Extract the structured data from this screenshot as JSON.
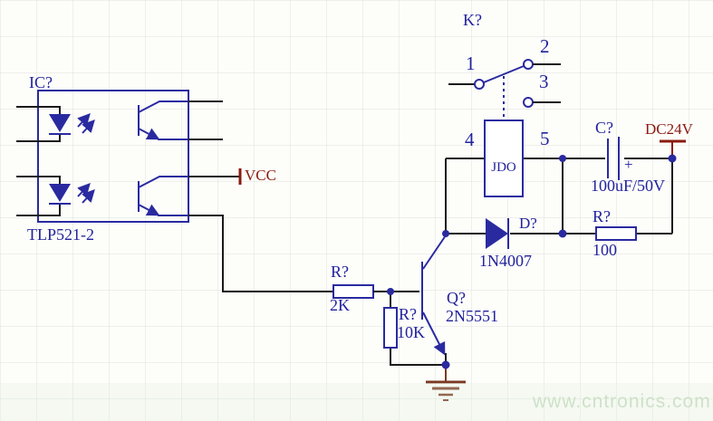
{
  "colors": {
    "symbol": "#2a2aa0",
    "wire": "#1a1a1a",
    "power_red": "#8b1a10",
    "ground_brown": "#7a3a24",
    "text_navy": "#22229e",
    "watermark": "#c9ddc2",
    "background": "#fdfdfa"
  },
  "schematic": {
    "optocoupler": {
      "ref": "IC?",
      "part": "TLP521-2"
    },
    "switch": {
      "ref": "K?",
      "terminals": [
        "1",
        "2",
        "3"
      ]
    },
    "relay": {
      "name": "JDO",
      "pin_left": "4",
      "pin_right": "5"
    },
    "capacitor": {
      "ref": "C?",
      "value": "100uF/50V",
      "polarity": "+"
    },
    "power": {
      "rail": "DC24V",
      "logic": "VCC"
    },
    "diode": {
      "ref": "D?",
      "part": "1N4007"
    },
    "resistor_coil": {
      "ref": "R?",
      "value": "100"
    },
    "resistor_base": {
      "ref": "R?",
      "value": "2K"
    },
    "resistor_pulldown": {
      "ref": "R?",
      "value": "10K"
    },
    "transistor": {
      "ref": "Q?",
      "part": "2N5551"
    }
  },
  "watermark": {
    "text": "www.cntronics.com"
  }
}
